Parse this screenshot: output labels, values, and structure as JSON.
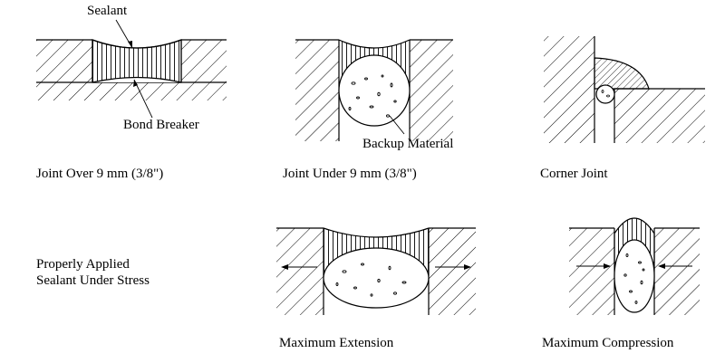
{
  "labels": {
    "sealant": "Sealant",
    "bond_breaker": "Bond Breaker",
    "backup_material": "Backup Material",
    "joint_over": "Joint Over 9 mm (3/8\")",
    "joint_under": "Joint Under 9 mm (3/8\")",
    "corner_joint": "Corner Joint",
    "properly_applied_line1": "Properly Applied",
    "properly_applied_line2": "Sealant Under Stress",
    "maximum_extension": "Maximum Extension",
    "maximum_compression": "Maximum Compression"
  }
}
